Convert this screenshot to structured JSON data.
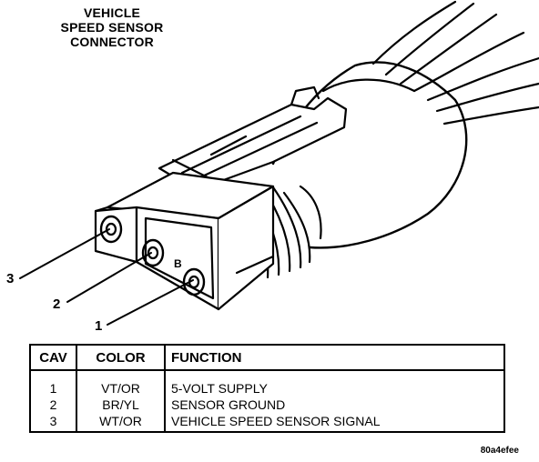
{
  "title": {
    "line1": "VEHICLE",
    "line2": "SPEED SENSOR",
    "line3": "CONNECTOR"
  },
  "cavity_labels": [
    "3",
    "2",
    "1"
  ],
  "embossed_letter": "B",
  "table": {
    "headers": {
      "cav": "CAV",
      "color": "COLOR",
      "function": "FUNCTION"
    },
    "rows": [
      {
        "cav": "1",
        "color": "VT/OR",
        "function": "5-VOLT SUPPLY"
      },
      {
        "cav": "2",
        "color": "BR/YL",
        "function": "SENSOR GROUND"
      },
      {
        "cav": "3",
        "color": "WT/OR",
        "function": "VEHICLE SPEED SENSOR SIGNAL"
      }
    ]
  },
  "figure_code": "80a4efee"
}
